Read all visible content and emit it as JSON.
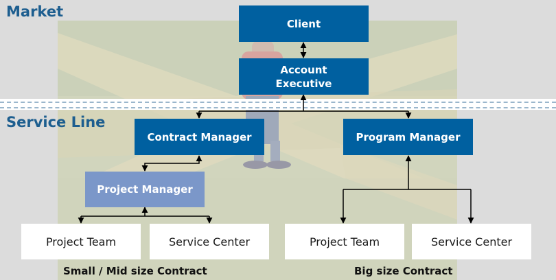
{
  "sections": {
    "market": "Market",
    "service_line": "Service Line"
  },
  "nodes": {
    "client": "Client",
    "account_executive": "Account\nExecutive",
    "contract_manager": "Contract Manager",
    "program_manager": "Program Manager",
    "project_manager": "Project Manager",
    "project_team_left": "Project Team",
    "service_center_left": "Service Center",
    "project_team_right": "Project Team",
    "service_center_right": "Service Center"
  },
  "captions": {
    "small_mid": "Small / Mid size Contract",
    "big": "Big size Contract"
  },
  "colors": {
    "primary_box": "#0060a0",
    "secondary_box": "#7b97c9",
    "section_text": "#1d5e8f"
  }
}
